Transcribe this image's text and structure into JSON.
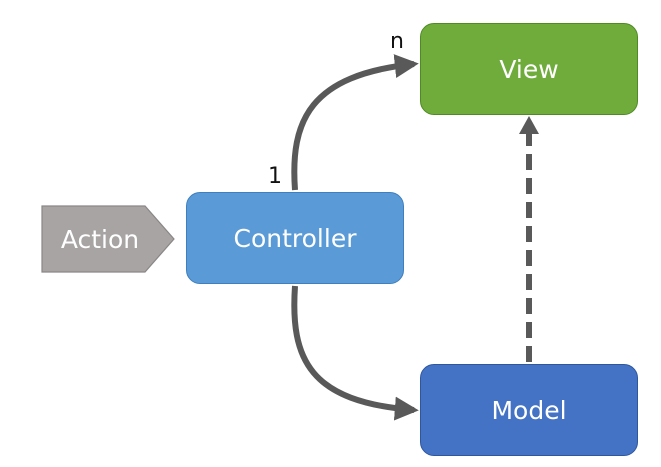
{
  "diagram": {
    "nodes": {
      "view": {
        "label": "View",
        "color": "#6fac3c"
      },
      "controller": {
        "label": "Controller",
        "color": "#5a9ad6"
      },
      "model": {
        "label": "Model",
        "color": "#4472c4"
      },
      "action": {
        "label": "Action",
        "color": "#a8a4a4"
      }
    },
    "edges": [
      {
        "from": "controller",
        "to": "view",
        "style": "solid",
        "from_label": "1",
        "to_label": "n"
      },
      {
        "from": "controller",
        "to": "model",
        "style": "solid"
      },
      {
        "from": "model",
        "to": "view",
        "style": "dashed"
      }
    ],
    "multiplicity": {
      "controller_end": "1",
      "view_end": "n"
    },
    "edge_color": "#595959"
  }
}
